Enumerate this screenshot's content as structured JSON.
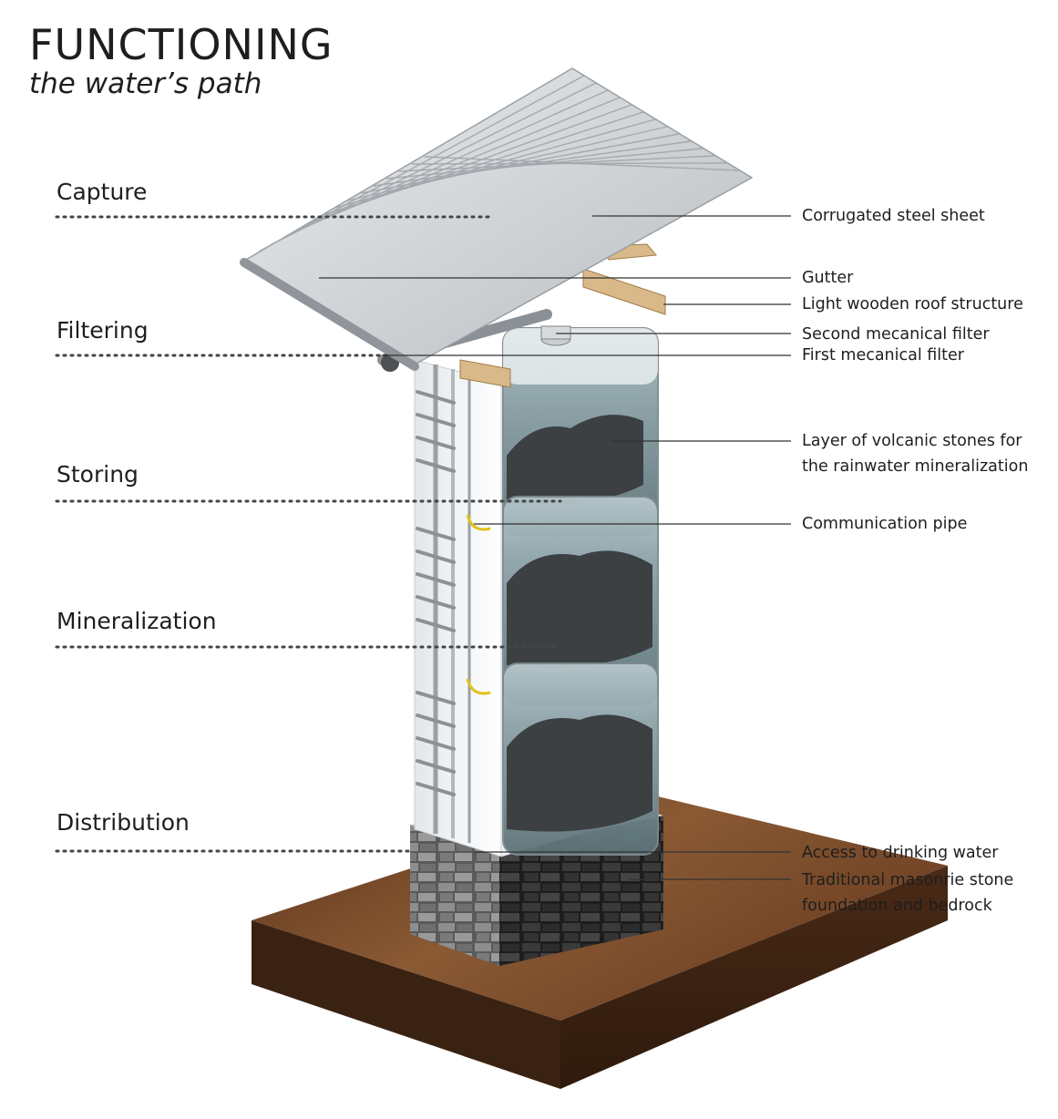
{
  "header": {
    "title": "FUNCTIONING",
    "subtitle": "the water’s path"
  },
  "stages": [
    {
      "id": "capture",
      "label": "Capture"
    },
    {
      "id": "filtering",
      "label": "Filtering"
    },
    {
      "id": "storing",
      "label": "Storing"
    },
    {
      "id": "mineralization",
      "label": "Mineralization"
    },
    {
      "id": "distribution",
      "label": "Distribution"
    }
  ],
  "components": [
    {
      "id": "corrugated-steel-sheet",
      "lines": [
        "Corrugated steel sheet"
      ]
    },
    {
      "id": "gutter",
      "lines": [
        "Gutter"
      ]
    },
    {
      "id": "wooden-roof-structure",
      "lines": [
        "Light wooden roof structure"
      ]
    },
    {
      "id": "second-filter",
      "lines": [
        "Second mecanical filter"
      ]
    },
    {
      "id": "first-filter",
      "lines": [
        "First mecanical filter"
      ]
    },
    {
      "id": "volcanic-stones",
      "lines": [
        "Layer of volcanic stones for",
        "the rainwater mineralization"
      ]
    },
    {
      "id": "communication-pipe",
      "lines": [
        "Communication pipe"
      ]
    },
    {
      "id": "drinking-water-access",
      "lines": [
        "Access to drinking water"
      ]
    },
    {
      "id": "masonry-foundation",
      "lines": [
        "Traditional masonrie stone",
        "foundation and bedrock"
      ]
    }
  ],
  "colors": {
    "text": "#1e1e1e",
    "leader": "#333333",
    "soil": "#6b3e22",
    "soil_dark": "#3f2414",
    "masonry": "#4a4a4a",
    "water": "#7f969b",
    "stone": "#3c4042",
    "steel": "#cfd3d6",
    "wood": "#d9b98a",
    "accent_pipe": "#e1c21c"
  }
}
